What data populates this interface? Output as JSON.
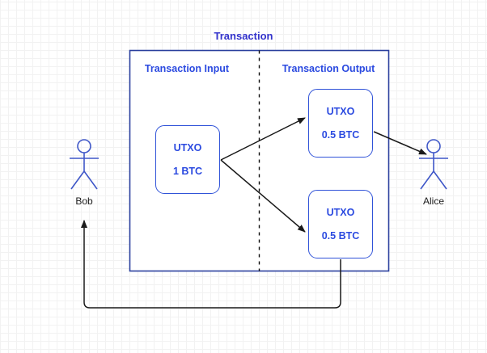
{
  "diagram": {
    "title": "Transaction",
    "title_color": "#3333cc",
    "section_label_color": "#2b4ae0",
    "box_border_color": "#2a3f9d",
    "utxo_border_color": "#2f52d8",
    "arrow_color": "#1a1a1a",
    "figure_color": "#3f57c8",
    "sections": {
      "input_label": "Transaction Input",
      "output_label": "Transaction Output"
    },
    "utxos": {
      "input": {
        "name": "UTXO",
        "amount": "1 BTC"
      },
      "output_top": {
        "name": "UTXO",
        "amount": "0.5 BTC"
      },
      "output_bottom": {
        "name": "UTXO",
        "amount": "0.5 BTC"
      }
    },
    "actors": {
      "sender": "Bob",
      "receiver": "Alice"
    }
  }
}
